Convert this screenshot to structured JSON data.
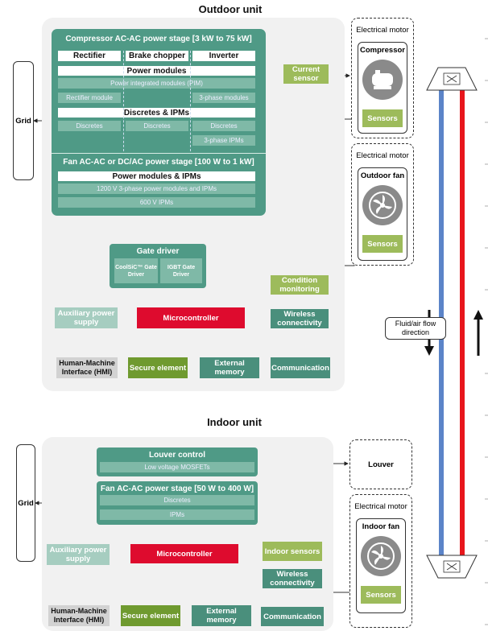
{
  "outdoor": {
    "title": "Outdoor unit",
    "grid": "Grid",
    "compressor_stage": {
      "title": "Compressor AC-AC power stage [3 kW to 75 kW]",
      "headers": [
        "Rectifier",
        "Brake chopper",
        "Inverter"
      ],
      "power_modules": "Power modules",
      "pim": "Power integrated modules (PIM)",
      "rectifier_module": "Rectifier module",
      "three_phase_modules": "3-phase modules",
      "discretes_ipms": "Discretes & IPMs",
      "discretes": [
        "Discretes",
        "Discretes",
        "Discretes"
      ],
      "three_phase_ipms": "3-phase IPMs"
    },
    "fan_stage": {
      "title": "Fan AC-AC or DC/AC power stage [100 W to 1 kW]",
      "power_modules_ipms": "Power modules & IPMs",
      "row1": "1200 V 3-phase power modules and IPMs",
      "row2": "600 V IPMs"
    },
    "current_sensor": "Current sensor",
    "gate_driver": {
      "title": "Gate driver",
      "coolsic": "CoolSiC™ Gate Driver",
      "igbt": "IGBT Gate Driver"
    },
    "condition_monitoring": "Condition monitoring",
    "aux_power": "Auxiliary power supply",
    "microcontroller": "Microcontroller",
    "wireless": "Wireless connectivity",
    "hmi": "Human-Machine Interface (HMI)",
    "secure_element": "Secure element",
    "external_memory": "External memory",
    "communication": "Communication",
    "electrical_motor": "Electrical motor",
    "compressor": "Compressor",
    "sensors": "Sensors",
    "electrical_motor2": "Electrical motor",
    "outdoor_fan": "Outdoor fan",
    "sensors2": "Sensors"
  },
  "flow_label": "Fluid/air flow direction",
  "indoor": {
    "title": "Indoor unit",
    "grid": "Grid",
    "louver_control": "Louver control",
    "low_voltage_mosfets": "Low voltage MOSFETs",
    "fan_stage": "Fan AC-AC power stage [50 W to 400 W]",
    "discretes": "Discretes",
    "ipms": "IPMs",
    "aux_power": "Auxiliary power supply",
    "microcontroller": "Microcontroller",
    "indoor_sensors": "Indoor sensors",
    "wireless": "Wireless connectivity",
    "hmi": "Human-Machine Interface (HMI)",
    "secure_element": "Secure element",
    "external_memory": "External memory",
    "communication": "Communication",
    "louver": "Louver",
    "electrical_motor": "Electrical motor",
    "indoor_fan": "Indoor fan",
    "sensors": "Sensors"
  },
  "colors": {
    "teal": "#4f9a86",
    "light_teal": "#7fb9a7",
    "green": "#9dbb5b",
    "dark_green": "#6f9a2f",
    "red": "#de0b2e",
    "pipe_blue": "#5b84c8",
    "pipe_red": "#e8161c"
  }
}
